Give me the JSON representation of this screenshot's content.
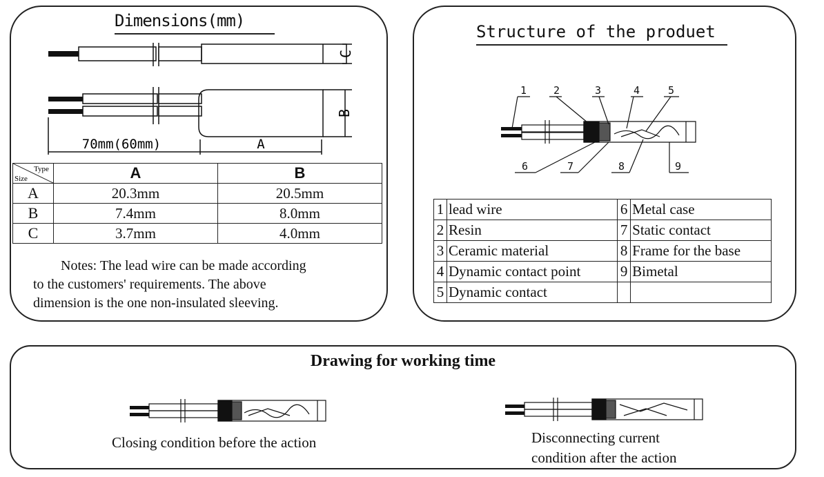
{
  "dimensions": {
    "title": "Dimensions(mm)",
    "length_label": "70mm(60mm)",
    "a_label": "A",
    "b_label": "B",
    "c_label": "C",
    "table": {
      "corner_type": "Type",
      "corner_size": "Size",
      "columns": [
        "A",
        "B"
      ],
      "rows": [
        {
          "size": "A",
          "a": "20.3mm",
          "b": "20.5mm"
        },
        {
          "size": "B",
          "a": "7.4mm",
          "b": "8.0mm"
        },
        {
          "size": "C",
          "a": "3.7mm",
          "b": "4.0mm"
        }
      ]
    },
    "notes": [
      "Notes: The lead wire can be made according",
      "to the customers' requirements. The above",
      "dimension is the one non-insulated sleeving."
    ]
  },
  "structure": {
    "title": "Structure of the produet",
    "callouts": [
      "1",
      "2",
      "3",
      "4",
      "5",
      "6",
      "7",
      "8",
      "9"
    ],
    "parts": [
      {
        "left_no": "1",
        "left": "lead wire",
        "right_no": "6",
        "right": "Metal case"
      },
      {
        "left_no": "2",
        "left": "Resin",
        "right_no": "7",
        "right": "Static contact"
      },
      {
        "left_no": "3",
        "left": "Ceramic material",
        "right_no": "8",
        "right": "Frame for the base"
      },
      {
        "left_no": "4",
        "left": "Dynamic contact point",
        "right_no": "9",
        "right": "Bimetal"
      },
      {
        "left_no": "5",
        "left": "Dynamic contact",
        "right_no": "",
        "right": ""
      }
    ]
  },
  "working": {
    "title": "Drawing for working time",
    "caption_closed": "Closing condition before the action",
    "caption_open_line1": "Disconnecting current",
    "caption_open_line2": "condition after the action"
  }
}
